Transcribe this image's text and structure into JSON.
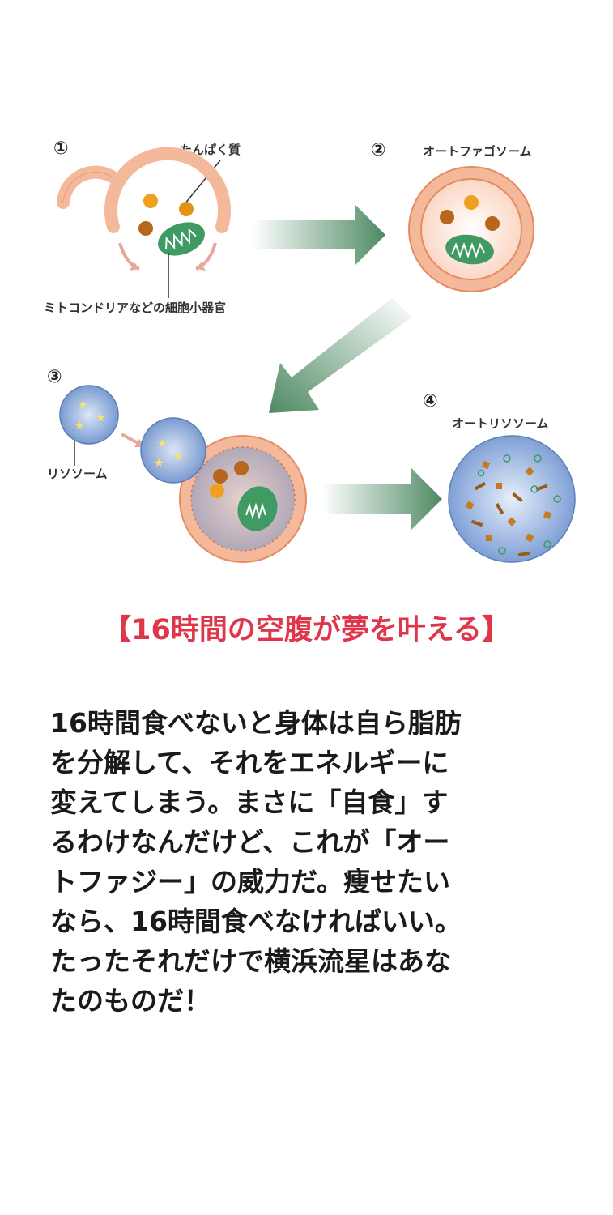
{
  "diagram": {
    "steps": [
      {
        "number": "①"
      },
      {
        "number": "②"
      },
      {
        "number": "③"
      },
      {
        "number": "④"
      }
    ],
    "labels": {
      "protein": "たんぱく質",
      "organelle": "ミトコンドリアなどの細胞小器官",
      "autophagosome": "オートファゴソーム",
      "lysosome": "リソソーム",
      "autolysosome": "オートリソソーム"
    },
    "colors": {
      "membrane": "#f4b89a",
      "membrane_edge": "#e58a62",
      "mitochondria": "#3f9a63",
      "arrow": "#4e8a63",
      "lysosome": "#7a9bd0",
      "star": "#f7e36a"
    }
  },
  "headline": "【16時間の空腹が夢を叶える】",
  "body_lines": [
    "16時間食べないと身体は自ら脂肪",
    "を分解して、それをエネルギーに",
    "変えてしまう。まさに「自食」す",
    "るわけなんだけど、これが「オー",
    "トファジー」の威力だ。痩せたい",
    "なら、16時間食べなければいい。",
    "たったそれだけで横浜流星はあな",
    "たのものだ！"
  ]
}
